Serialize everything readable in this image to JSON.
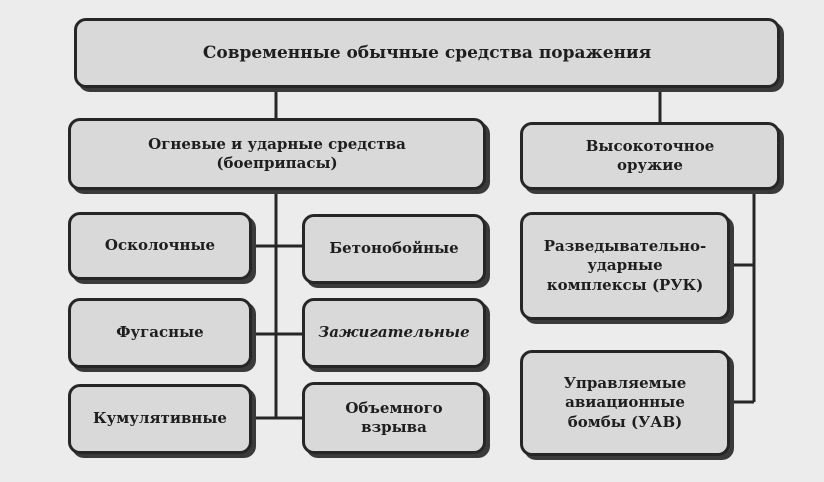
{
  "diagram": {
    "root": "Современные обычные средства поражения",
    "branch_left": "Огневые и ударные средства\n(боеприпасы)",
    "branch_right": "Высокоточное\nоружие",
    "left_items": [
      "Осколочные",
      "Бетонобойные",
      "Фугасные",
      "Зажигательные",
      "Кумулятивные",
      "Объемного\nвзрыва"
    ],
    "right_items": [
      "Разведывательно-\nударные\nкомплексы (РУК)",
      "Управляемые\nавиационные\nбомбы (УАВ)"
    ]
  },
  "colors": {
    "box_fill": "#d9d9d9",
    "border": "#262626",
    "background": "#ececec"
  }
}
